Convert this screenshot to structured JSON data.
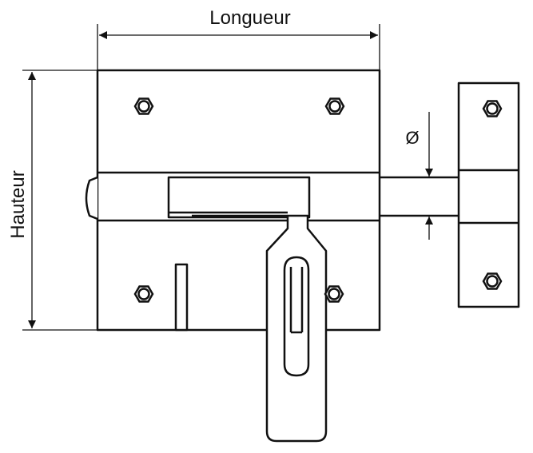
{
  "diagram": {
    "labels": {
      "length": "Longueur",
      "height": "Hauteur",
      "diameter": "Ø"
    },
    "colors": {
      "stroke": "#111111",
      "background": "#ffffff"
    }
  }
}
